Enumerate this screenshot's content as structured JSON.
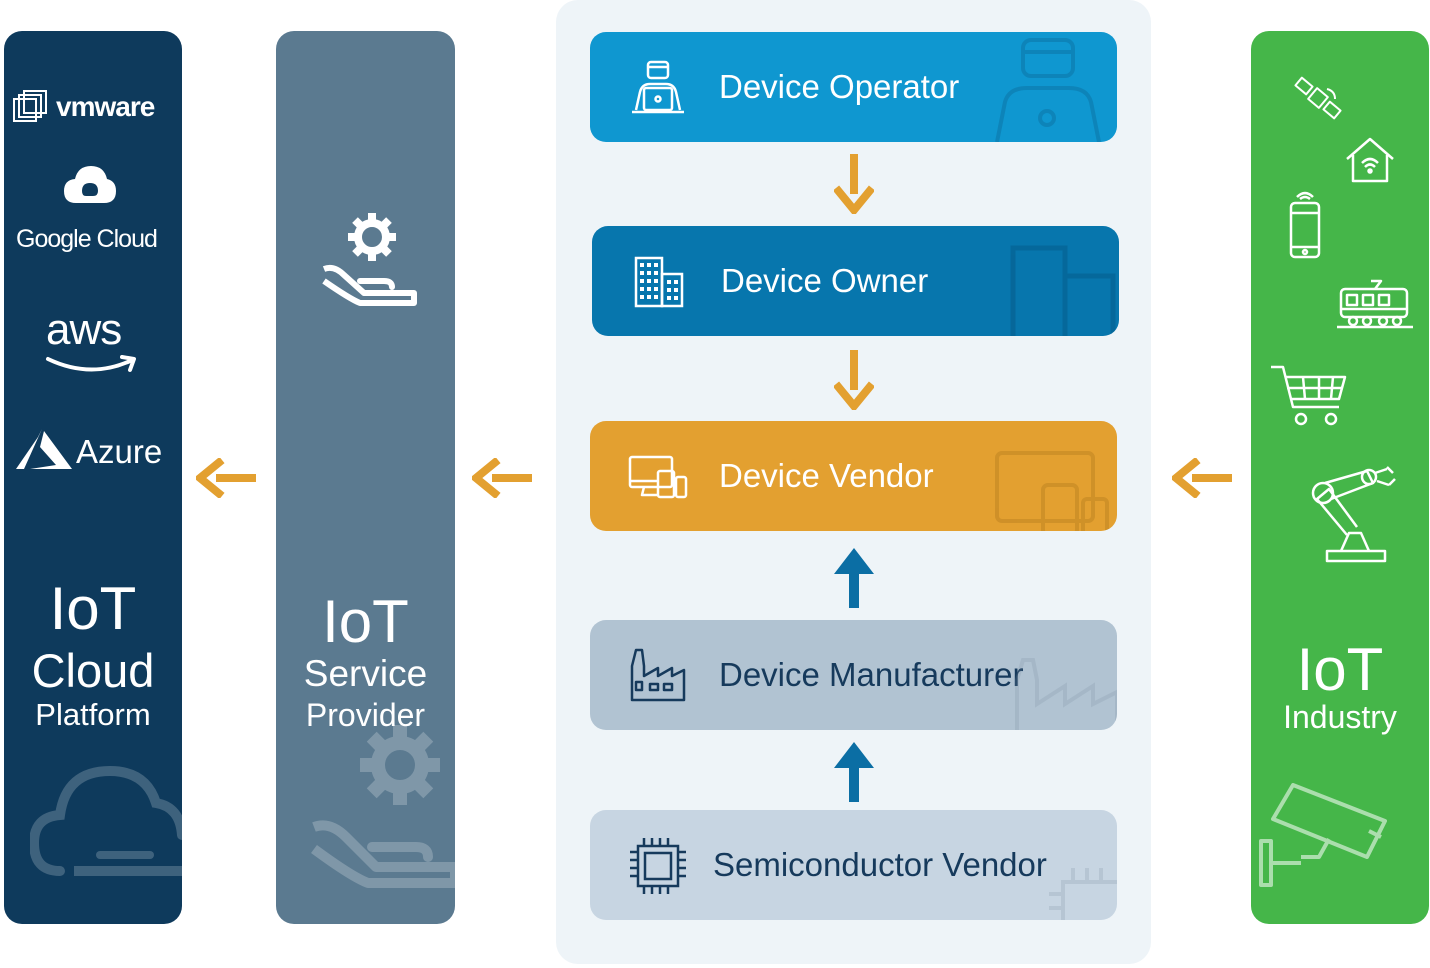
{
  "columns": {
    "cloud": {
      "title_line1": "IoT",
      "title_line2": "Cloud",
      "title_line3": "Platform",
      "providers": [
        "vmware",
        "Google Cloud",
        "aws",
        "Azure"
      ]
    },
    "service": {
      "title_line1": "IoT",
      "title_line2": "Service",
      "title_line3": "Provider"
    },
    "industry": {
      "title_line1": "IoT",
      "title_line2": "Industry"
    }
  },
  "chain": [
    {
      "label": "Device Operator",
      "icon": "operator-icon",
      "color": "#0f97d0"
    },
    {
      "label": "Device Owner",
      "icon": "building-icon",
      "color": "#0776ad"
    },
    {
      "label": "Device Vendor",
      "icon": "devices-icon",
      "color": "#e3a030"
    },
    {
      "label": "Device Manufacturer",
      "icon": "factory-icon",
      "color": "#b1c3d2"
    },
    {
      "label": "Semiconductor Vendor",
      "icon": "chip-icon",
      "color": "#c7d5e2"
    }
  ],
  "colors": {
    "arrow_orange": "#e3a030",
    "arrow_blue": "#0b6ea4",
    "cloud_col": "#0e3a5c",
    "service_col": "#5b7a90",
    "industry_col": "#45b649"
  }
}
